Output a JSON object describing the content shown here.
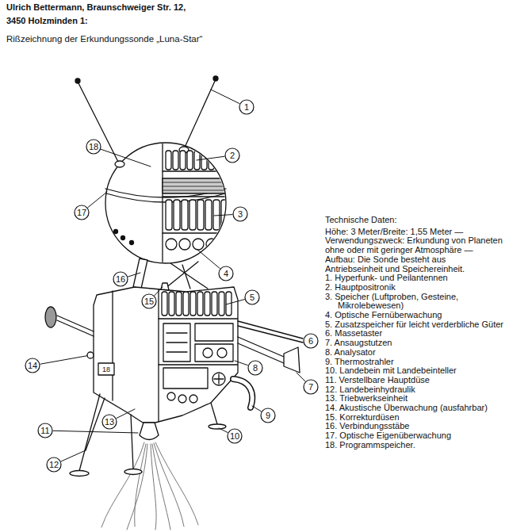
{
  "diagram": {
    "title": "Rißzeichnung der Erkundungssonde „Luna-Star“",
    "labels": [
      "Ulrich Bettermann, Braunschweiger Str. 12,",
      "3450 Holzminden 1:",
      "1",
      "2",
      "18",
      "17",
      "3",
      "4",
      "16",
      "15",
      "5",
      "6",
      "14",
      "8",
      "7",
      "13",
      "9",
      "11",
      "12",
      "10",
      "18",
      "Technische Daten:",
      "Höhe: 3 Meter/Breite: 1,55 Meter — Verwendungszweck: Erkundung von Planeten ohne oder mit geringer Atmosphäre — Aufbau: Die Sonde besteht aus Antriebseinheit und Speichereinheit.",
      "1. Hyperfunk- und Peilantennen",
      "2. Hauptpositronik",
      "3. Speicher (Luftproben, Gesteine, Mikrolebewesen)",
      "4. Optische Fernüberwachung",
      "5. Zusatzspeicher für leicht verderbliche Güter",
      "6. Massetaster",
      "7. Ansaugstutzen",
      "8. Analysator",
      "9. Thermostrahler",
      "10. Landebein mit Landebeinteller",
      "11. Verstellbare Hauptdüse",
      "12. Landebeinhydraulik",
      "13. Triebwerkseinheit",
      "14. Akustische Überwachung (ausfahrbar)",
      "15. Korrekturdüsen",
      "16. Verbindungsstäbe",
      "17. Optische Eigenüberwachung",
      "18. Programmspeicher."
    ]
  }
}
